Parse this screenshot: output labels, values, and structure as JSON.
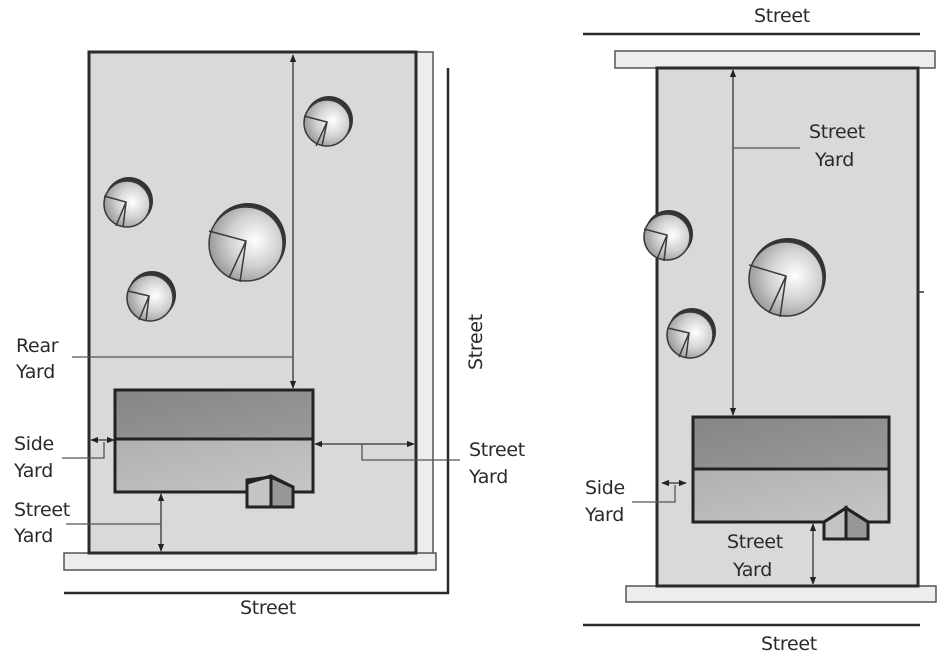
{
  "figure": {
    "description": "Two lot plans illustrating yard/setback definitions: corner lot (left) and through lot (right)",
    "colors": {
      "lot_fill": "#d9d9d9",
      "sidewalk_fill": "#ededed",
      "house_roof_dark": "#8e8e8e",
      "house_roof_light": "#b9b9b9",
      "outline": "#2a2a2a"
    }
  },
  "left_diagram": {
    "lot_type": "corner lot",
    "labels": {
      "rear_yard_line1": "Rear",
      "rear_yard_line2": "Yard",
      "side_yard_line1": "Side",
      "side_yard_line2": "Yard",
      "street_yard_front_line1": "Street",
      "street_yard_front_line2": "Yard",
      "street_yard_side_line1": "Street",
      "street_yard_side_line2": "Yard",
      "street_side": "Street",
      "street_bottom": "Street"
    },
    "tree_count": 4
  },
  "right_diagram": {
    "lot_type": "through lot",
    "labels": {
      "street_top": "Street",
      "street_yard_top_line1": "Street",
      "street_yard_top_line2": "Yard",
      "side_yard_line1": "Side",
      "side_yard_line2": "Yard",
      "street_yard_bottom_line1": "Street",
      "street_yard_bottom_line2": "Yard",
      "street_bottom": "Street"
    },
    "tree_count": 3
  }
}
